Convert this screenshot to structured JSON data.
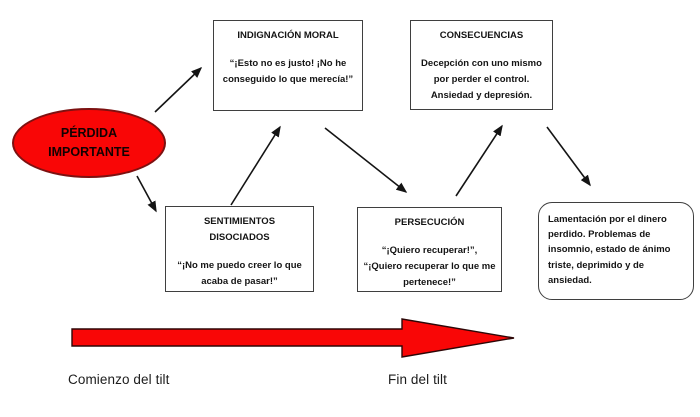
{
  "colors": {
    "red_fill": "#f90606",
    "red_dark": "#7d1111",
    "box_border": "#3f3f3f",
    "ink": "#141414",
    "bg": "#ffffff"
  },
  "ellipse": {
    "line1": "PÉRDIDA",
    "line2": "IMPORTANTE"
  },
  "boxes": {
    "indignacion": {
      "title": "INDIGNACIÓN MORAL",
      "body": "“¡Esto no es justo! ¡No he conseguido lo que merecía!”"
    },
    "consecuencias": {
      "title": "CONSECUENCIAS",
      "body": "Decepción con uno mismo por perder el control. Ansiedad y depresión."
    },
    "sentimientos": {
      "title": "SENTIMIENTOS DISOCIADOS",
      "body": "“¡No me puedo creer lo que acaba de pasar!”"
    },
    "persecucion": {
      "title": "PERSECUCIÓN",
      "body": "“¡Quiero recuperar!”, “¡Quiero recuperar lo que me pertenece!”"
    },
    "lamentacion": {
      "body": "Lamentación por el dinero perdido. Problemas de insomnio, estado de ánimo triste, deprimido y de ansiedad."
    }
  },
  "timeline": {
    "start_label": "Comienzo del tilt",
    "end_label": "Fin del tilt"
  }
}
